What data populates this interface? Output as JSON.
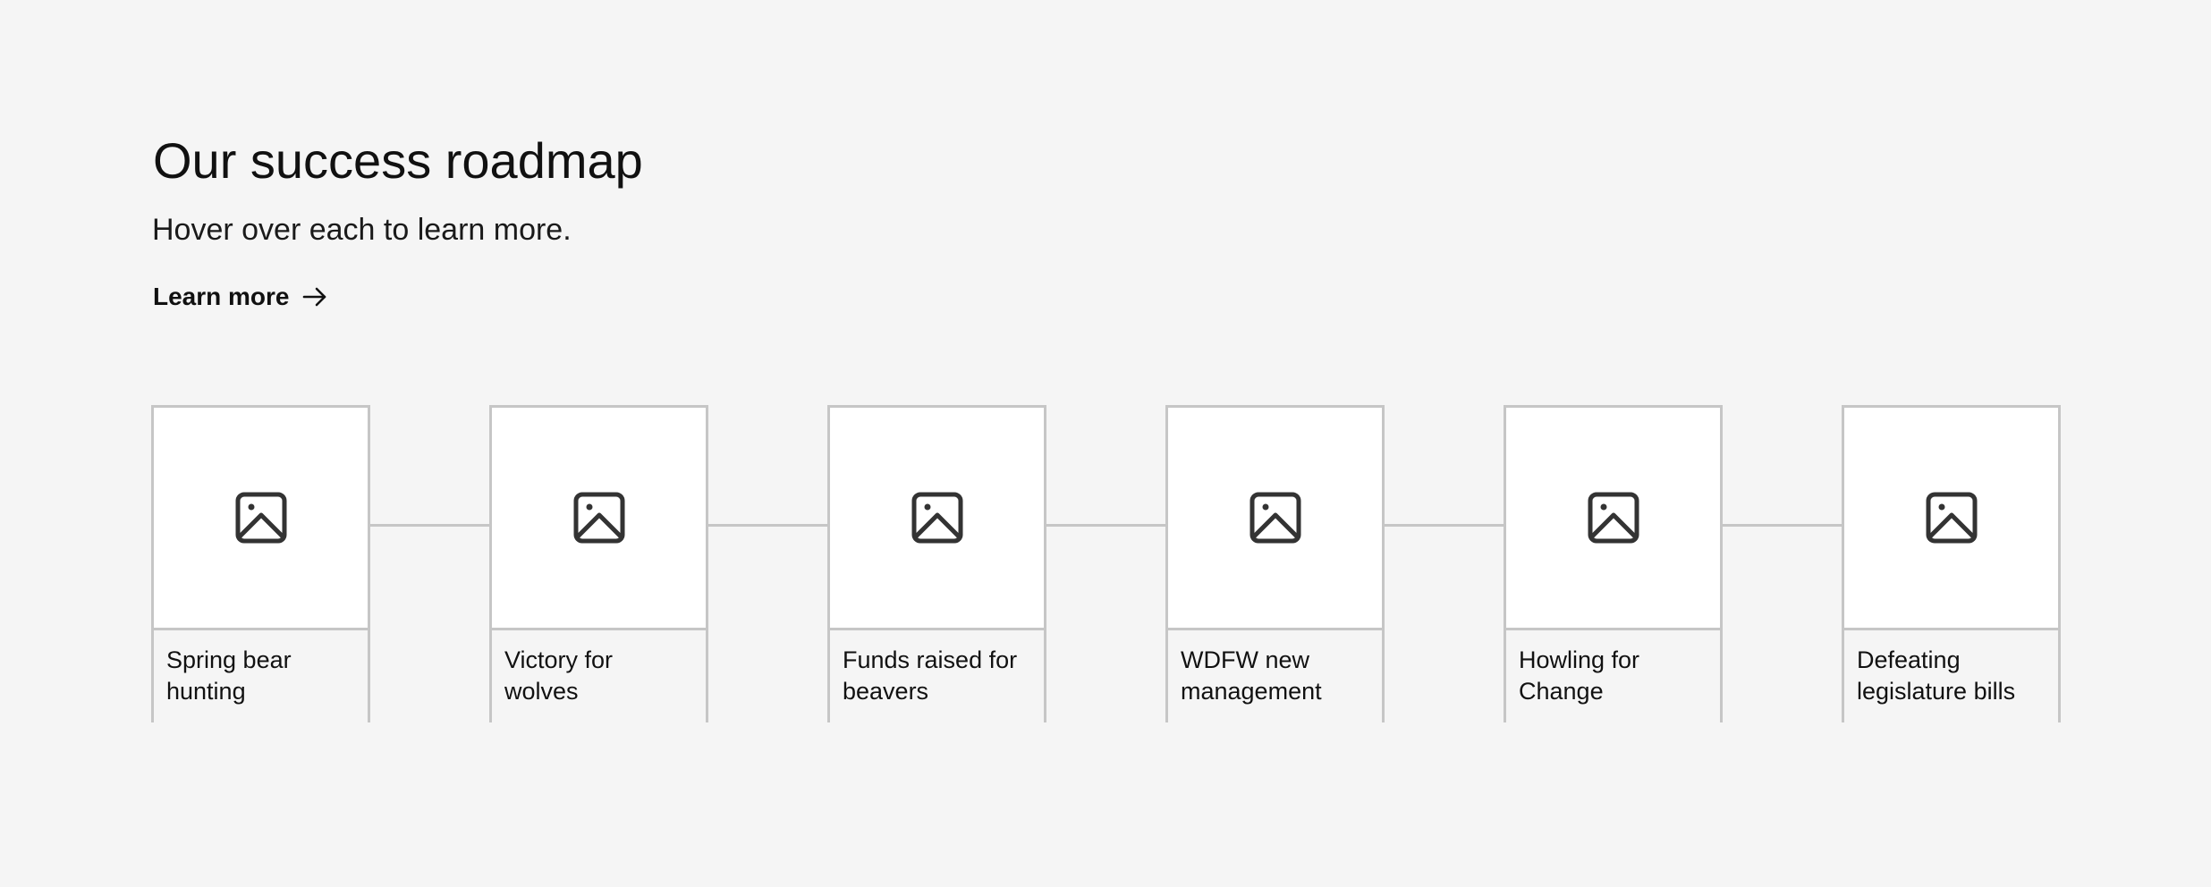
{
  "section": {
    "title": "Our success roadmap",
    "subtitle": "Hover over each to learn more.",
    "learn_more": {
      "label": "Learn more",
      "icon": "arrow-right-icon"
    }
  },
  "roadmap": {
    "items": [
      {
        "label": "Spring bear hunting",
        "icon": "image-placeholder-icon"
      },
      {
        "label": "Victory for wolves",
        "icon": "image-placeholder-icon"
      },
      {
        "label": "Funds raised for beavers",
        "icon": "image-placeholder-icon"
      },
      {
        "label": "WDFW new management",
        "icon": "image-placeholder-icon"
      },
      {
        "label": "Howling for Change",
        "icon": "image-placeholder-icon"
      },
      {
        "label": "Defeating legislature bills",
        "icon": "image-placeholder-icon"
      }
    ]
  },
  "colors": {
    "background": "#f5f5f5",
    "card_border": "#c6c6c6",
    "text": "#111111",
    "icon": "#333333"
  }
}
